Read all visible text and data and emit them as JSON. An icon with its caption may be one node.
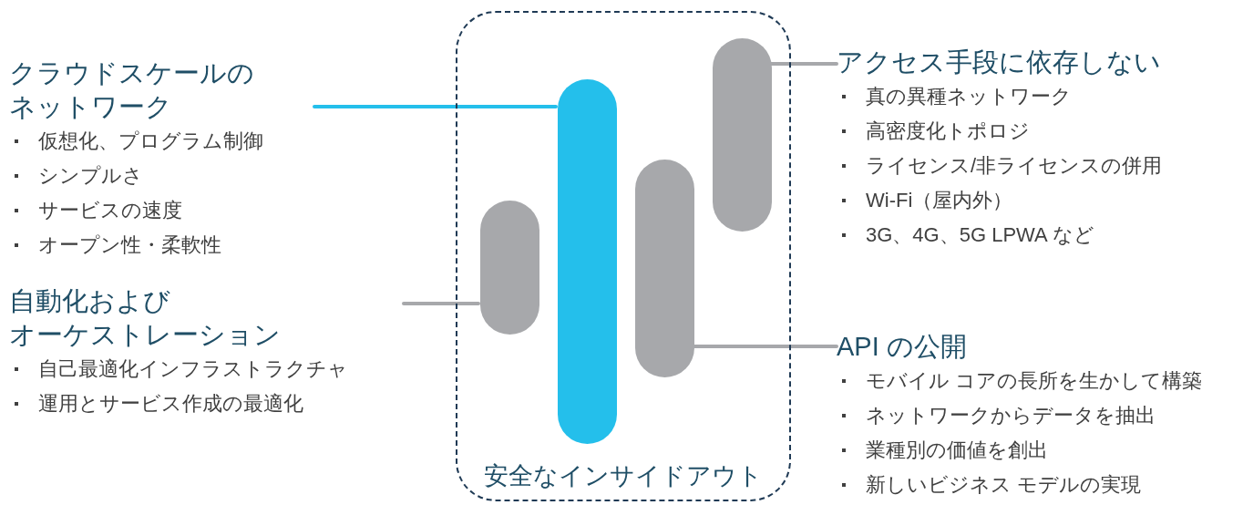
{
  "diagram": {
    "nodes": [
      {
        "text": [
          "安全なインサイドアウト"
        ]
      },
      {
        "text": [],
        "shape": "bar",
        "in": 0
      },
      {
        "text": [],
        "shape": "bar",
        "in": 0
      },
      {
        "text": [],
        "shape": "bar",
        "in": 0
      },
      {
        "text": [],
        "shape": "bar",
        "in": 0
      },
      {
        "text": [
          "クラウドスケールのネットワーク",
          "仮想化、プログラム制御",
          "シンプルさ",
          "サービスの速度",
          "オープン性・柔軟性"
        ]
      },
      {
        "text": [
          "自動化およびオーケストレーション",
          "自己最適化インフラストラクチャ",
          "運用とサービス作成の最適化"
        ]
      },
      {
        "text": [
          "アクセス手段に依存しない",
          "真の異種ネットワーク",
          "高密度化トポロジ",
          "ライセンス/非ライセンスの併用",
          "Wi-Fi（屋内外）",
          "3G、4G、5G LPWA など"
        ]
      },
      {
        "text": [
          "API の公開",
          "モバイル コアの長所を生かして構築",
          "ネットワークからデータを抽出",
          "業種別の価値を創出",
          "新しいビジネス モデルの実現"
        ]
      }
    ],
    "edges": [
      {
        "from": 5,
        "to": 2,
        "arrow": "none",
        "color": "#24bfeb"
      },
      {
        "from": 6,
        "to": 1,
        "arrow": "none"
      },
      {
        "from": 7,
        "to": 4,
        "arrow": "none"
      },
      {
        "from": 8,
        "to": 3,
        "arrow": "none"
      }
    ]
  }
}
